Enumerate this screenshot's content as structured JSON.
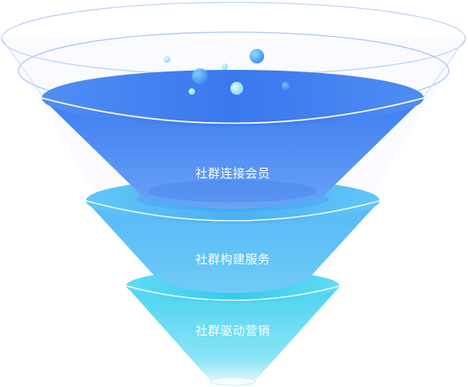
{
  "funnel": {
    "stages": [
      {
        "label": "社群连接会员",
        "color": "#4a88f2"
      },
      {
        "label": "社群构建服务",
        "color": "#5ac0f5"
      },
      {
        "label": "社群驱动营销",
        "color": "#4ed6f2"
      }
    ]
  }
}
